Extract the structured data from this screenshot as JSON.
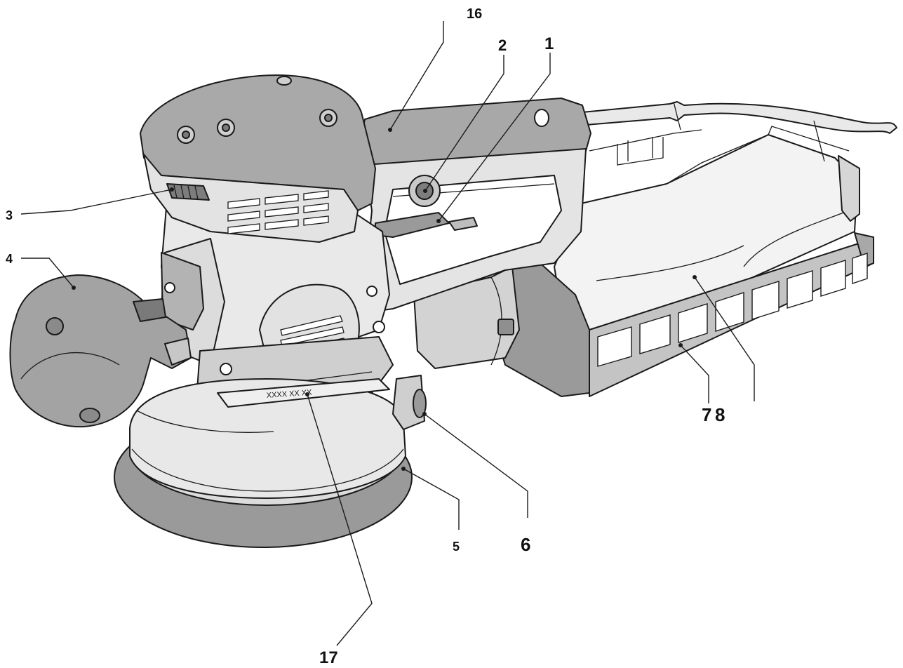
{
  "colors": {
    "dark_grey": "#8c8c8c",
    "mid_grey": "#b5b5b5",
    "light_grey": "#dcdcdc",
    "pale": "#efefef",
    "line": "#1a1a1a"
  },
  "diagram": {
    "serial_label": "XXXX XX XX",
    "callouts": [
      {
        "id": "1",
        "label": "1"
      },
      {
        "id": "2",
        "label": "2"
      },
      {
        "id": "3",
        "label": "3"
      },
      {
        "id": "4",
        "label": "4"
      },
      {
        "id": "5",
        "label": "5"
      },
      {
        "id": "6",
        "label": "6"
      },
      {
        "id": "7",
        "label": "7"
      },
      {
        "id": "8",
        "label": "8"
      },
      {
        "id": "16",
        "label": "16"
      },
      {
        "id": "17",
        "label": "17"
      }
    ]
  }
}
